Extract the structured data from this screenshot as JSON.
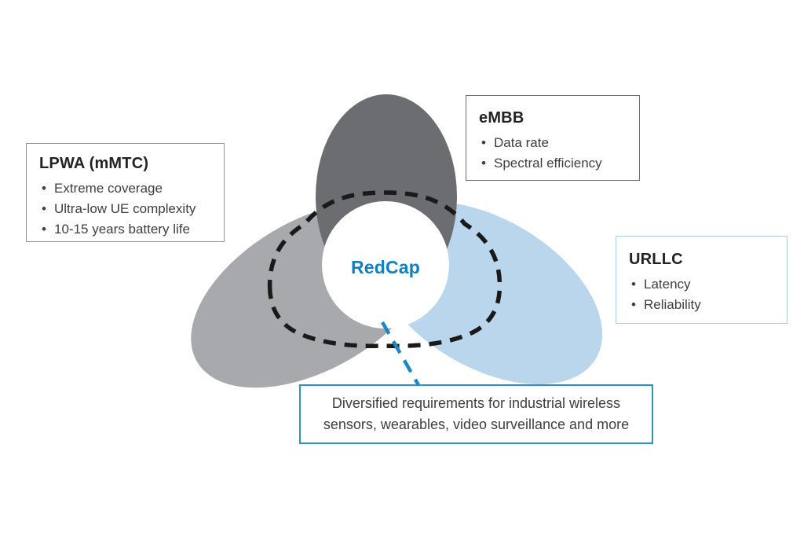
{
  "diagram": {
    "center_label": "RedCap",
    "colors": {
      "mmtc_ellipse": "#a7a9ac",
      "embb_ellipse": "#6b6d70",
      "urllc_ellipse": "#bad6ec",
      "center_circle": "#ffffff",
      "dash_outline": "#1a1a1a",
      "connector_line": "#1b87c4",
      "redcap_text": "#1080c0",
      "lpwa_border": "#939598",
      "embb_border": "#6d6e71",
      "urllc_border": "#a9cfea",
      "note_border": "#2e91c3"
    },
    "boxes": {
      "lpwa": {
        "title": "LPWA (mMTC)",
        "bullets": [
          "Extreme coverage",
          "Ultra-low UE complexity",
          "10-15 years battery life"
        ]
      },
      "embb": {
        "title": "eMBB",
        "bullets": [
          "Data rate",
          "Spectral efficiency"
        ]
      },
      "urllc": {
        "title": "URLLC",
        "bullets": [
          "Latency",
          "Reliability"
        ]
      },
      "note": {
        "lines": [
          "Diversified requirements for industrial wireless",
          "sensors, wearables, video surveillance and more"
        ]
      }
    }
  }
}
